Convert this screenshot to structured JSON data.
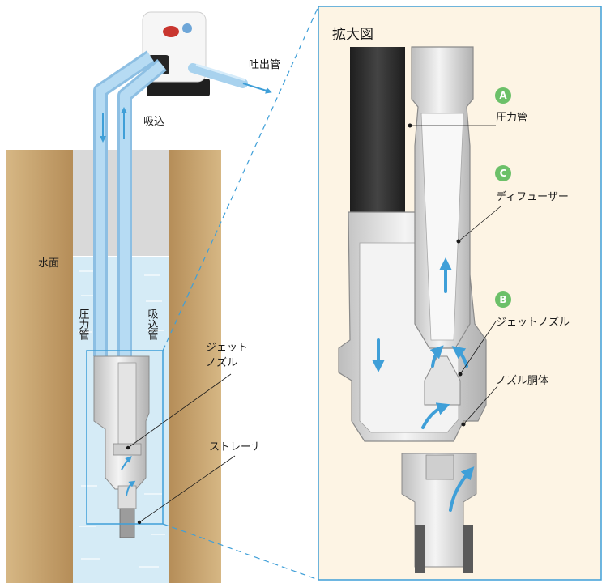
{
  "left_diagram": {
    "labels": {
      "discharge_pipe": "吐出管",
      "suction": "吸込",
      "water_surface": "水面",
      "pressure_pipe_vertical": "圧力管",
      "suction_pipe_vertical": "吸込管",
      "jet_nozzle": "ジェットノズル",
      "strainer": "ストレーナ"
    }
  },
  "detail": {
    "title": "拡大図",
    "parts": [
      {
        "badge": "A",
        "label": "圧力管",
        "badge_color": "#6cc069"
      },
      {
        "badge": "C",
        "label": "ディフューザー",
        "badge_color": "#6cc069"
      },
      {
        "badge": "B",
        "label": "ジェットノズル",
        "badge_color": "#6cc069"
      },
      {
        "badge": "",
        "label": "ノズル胴体",
        "badge_color": ""
      }
    ]
  },
  "colors": {
    "earth": "#c7a16e",
    "water": "#d5ebf6",
    "pipe_fill": "#a8d2ee",
    "arrow": "#3f9fd8",
    "frame": "#3f9fd8",
    "detail_bg": "#fdf4e4",
    "dark_pipe": "#2f2f2f",
    "metal": "#dcdcdc"
  }
}
